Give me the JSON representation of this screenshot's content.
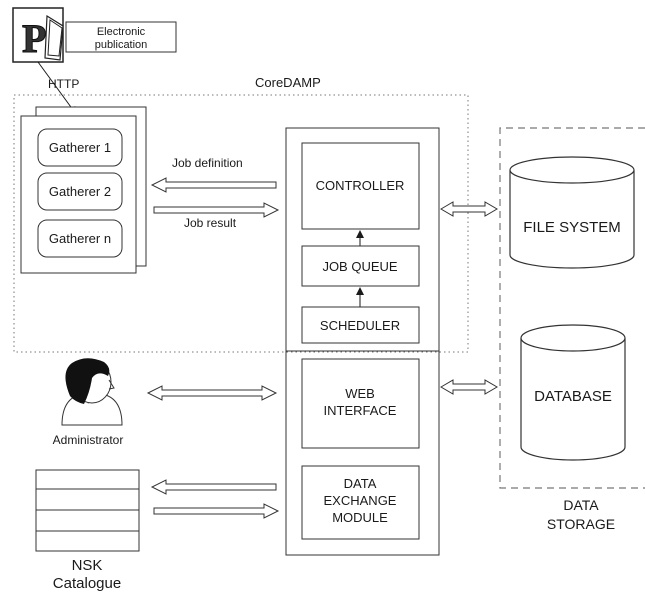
{
  "publication": {
    "label_line1": "Electronic",
    "label_line2": "publication",
    "icon": "document-p-icon"
  },
  "protocol": "HTTP",
  "core_title": "CoreDAMP",
  "gatherers": [
    "Gatherer 1",
    "Gatherer 2",
    "Gatherer n"
  ],
  "arrows": {
    "job_definition": "Job definition",
    "job_result": "Job result"
  },
  "core_modules": {
    "controller": "CONTROLLER",
    "job_queue": "JOB QUEUE",
    "scheduler": "SCHEDULER",
    "web_interface_line1": "WEB",
    "web_interface_line2": "INTERFACE",
    "data_exchange_line1": "DATA",
    "data_exchange_line2": "EXCHANGE",
    "data_exchange_line3": "MODULE"
  },
  "storage": {
    "file_system": "FILE SYSTEM",
    "database": "DATABASE",
    "label_line1": "DATA",
    "label_line2": "STORAGE"
  },
  "administrator": {
    "label": "Administrator",
    "icon": "administrator-person-icon"
  },
  "catalogue": {
    "label_line1": "NSK",
    "label_line2": "Catalogue",
    "icon": "catalogue-table-icon"
  }
}
